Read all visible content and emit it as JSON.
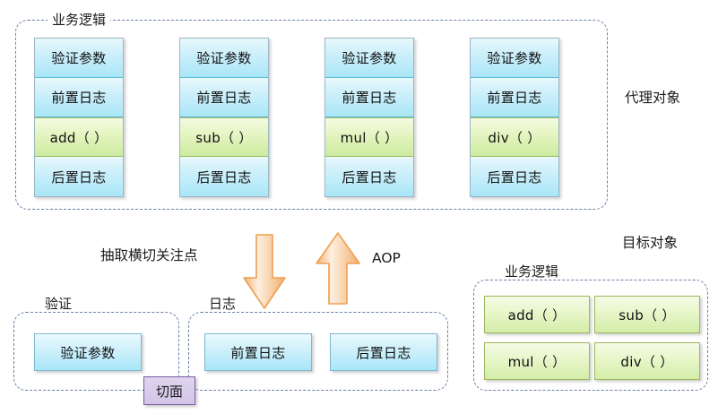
{
  "diagram": {
    "title_present": false,
    "colors": {
      "cell_blue": "#a9e6f8",
      "cell_green": "#cdeb9f",
      "separator": "#5bbcd4",
      "dashed_border": "#6b7fa8",
      "arrow_orange": "#f0a860",
      "aspect_purple": "#d2c5e6"
    },
    "proxy_section": {
      "group_label": "业务逻辑",
      "side_caption": "代理对象",
      "columns": [
        {
          "cells": [
            "验证参数",
            "前置日志",
            "add（ ）",
            "后置日志"
          ]
        },
        {
          "cells": [
            "验证参数",
            "前置日志",
            "sub（ ）",
            "后置日志"
          ]
        },
        {
          "cells": [
            "验证参数",
            "前置日志",
            "mul（ ）",
            "后置日志"
          ]
        },
        {
          "cells": [
            "验证参数",
            "前置日志",
            "div（ ）",
            "后置日志"
          ]
        }
      ]
    },
    "middle": {
      "left_caption": "抽取横切关注点",
      "right_caption": "AOP",
      "down_arrow_name": "extract-concerns-arrow",
      "up_arrow_name": "aop-arrow"
    },
    "aspect_section": {
      "badge_label": "切面",
      "validation_group": {
        "label": "验证",
        "items": [
          "验证参数"
        ]
      },
      "logging_group": {
        "label": "日志",
        "items": [
          "前置日志",
          "后置日志"
        ]
      }
    },
    "target_section": {
      "side_caption": "目标对象",
      "group_label": "业务逻辑",
      "methods": [
        "add（ ）",
        "sub（ ）",
        "mul（ ）",
        "div（ ）"
      ]
    }
  }
}
